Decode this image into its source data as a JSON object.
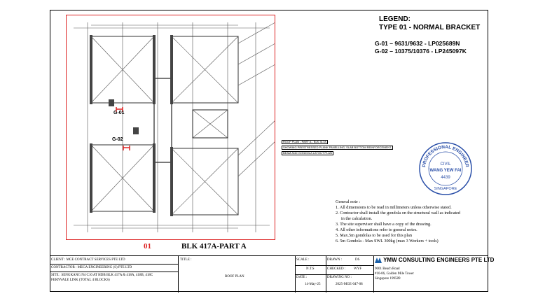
{
  "legend": {
    "title": "LEGEND:",
    "type": "TYPE 01 - NORMAL BRACKET",
    "gondolas": [
      "G-01 – 9631/9632 - LP025689N",
      "G-02 – 10375/10376 - LP245097K"
    ]
  },
  "markers": {
    "g01": "G-01",
    "g02": "G-02"
  },
  "annotations": [
    "ROOF PLAN - PART A - BLK 417A",
    "SHOWING PRESTRESSED PLANK PANELLING, SLAB BOTTOM REINFORCEMENT,",
    "BEAM AND GONDOLA LAYOUT PLAN"
  ],
  "notes": {
    "heading": "General note :",
    "items": [
      "1. All dimensions to be read in millimeters unless otherwise stated.",
      "2. Contractor shall install the gondola on the structural wall as indicated",
      "in the calculation.",
      "3. The site supervisor shall have a copy of the drawing.",
      "4. All other informations refer to general notes.",
      "5. Max.5m gondolas to be used for this plan",
      "6. 5m Gondola - Max SWL 300kg (max 3 Workers + tools)"
    ]
  },
  "stamp": {
    "ring": "PROFESSIONAL ENGINEER",
    "discipline": "CIVIL",
    "name": "WANG YEW FAI",
    "reg_no": "4439",
    "country": "SINGAPORE"
  },
  "plan": {
    "number": "01",
    "title": "BLK 417A-PART A"
  },
  "title_block": {
    "client": "CLIENT : MCE CONTRACT SERVICES PTE LTD",
    "contractor": "CONTRACTOR : MEGA ENGINEERING (S) PTE LTD",
    "site_1": "SITE : SENGKANG N4 C10 AT HDB BLK 417A & 418A, 418B, 418C",
    "site_2": "FERNVALE LINK (TOTAL 4 BLOCKS)",
    "title_label": "TITLE :",
    "title_value": "ROOF PLAN",
    "scale_label": "SCALE :",
    "scale_value": "N.T.S",
    "date_label": "DATE :",
    "date_value": "14-May-25",
    "drawn_label": "DRAWN :",
    "drawn_value": "DS",
    "checked_label": "CHECKED :",
    "checked_value": "WYF",
    "drawing_no_label": "DRAWING NO :",
    "drawing_no_value": "2025-MGE-047-08",
    "company": "YMW CONSULTING ENGINEERS PTE LTD",
    "address": [
      "9001 Beach Road",
      "#10-06, Golden Mile Tower",
      "Singapore 199589"
    ]
  }
}
